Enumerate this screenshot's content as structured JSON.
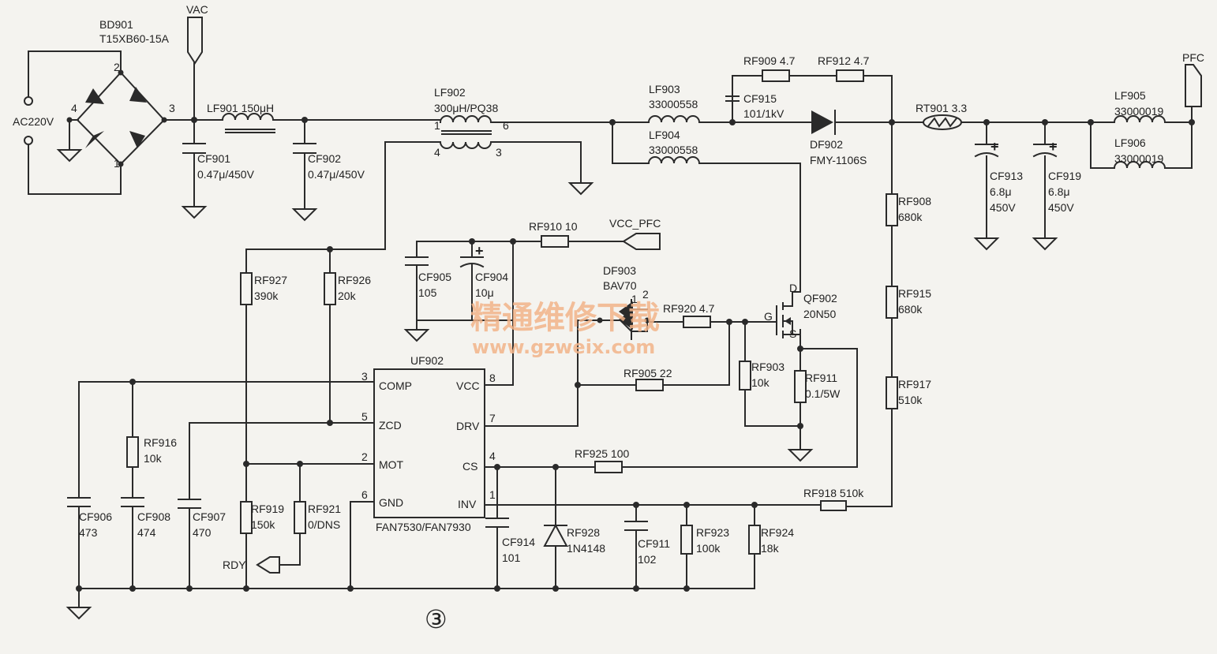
{
  "labels": {
    "bd901": "BD901",
    "bd901_part": "T15XB60-15A",
    "vac": "VAC",
    "ac220v": "AC220V",
    "p4": "4",
    "p2": "2",
    "p3": "3",
    "p1": "1",
    "lf901": "LF901 150μH",
    "cf901": "CF901",
    "cf901_val": "0.47μ/450V",
    "cf902": "CF902",
    "cf902_val": "0.47μ/450V",
    "lf902": "LF902",
    "lf902_val": "300μH/PQ38",
    "lf902_p1": "1",
    "lf902_p6": "6",
    "lf902_p4": "4",
    "lf902_p3": "3",
    "lf903": "LF903",
    "lf903_val": "33000558",
    "lf904": "LF904",
    "lf904_val": "33000558",
    "rf909": "RF909 4.7",
    "rf912": "RF912 4.7",
    "cf915": "CF915",
    "cf915_val": "101/1kV",
    "df902": "DF902",
    "df902_val": "FMY-1106S",
    "rt901": "RT901 3.3",
    "pfc": "PFC",
    "lf905": "LF905",
    "lf905_val": "33000019",
    "lf906": "LF906",
    "lf906_val": "33000019",
    "cf913": "CF913",
    "cf913_val": "6.8μ",
    "cf913_v": "450V",
    "cf919": "CF919",
    "cf919_val": "6.8μ",
    "cf919_v": "450V",
    "rf908": "RF908",
    "rf908_val": "680k",
    "rf915": "RF915",
    "rf915_val": "680k",
    "rf917": "RF917",
    "rf917_val": "510k",
    "rf918": "RF918 510k",
    "rf910": "RF910 10",
    "vcc_pfc": "VCC_PFC",
    "cf905": "CF905",
    "cf905_val": "105",
    "cf904": "CF904",
    "cf904_val": "10μ",
    "df903": "DF903",
    "df903_val": "BAV70",
    "df903_p1": "1",
    "df903_p2": "2",
    "rf920": "RF920 4.7",
    "qf902": "QF902",
    "qf902_val": "20N50",
    "q_d": "D",
    "q_g": "G",
    "q_s": "S",
    "rf903": "RF903",
    "rf903_val": "10k",
    "rf911": "RF911",
    "rf911_val": "0.1/5W",
    "rf905": "RF905 22",
    "rf927": "RF927",
    "rf927_val": "390k",
    "rf926": "RF926",
    "rf926_val": "20k",
    "uf902": "UF902",
    "uf902_part": "FAN7530/FAN7930",
    "pin3": "3",
    "pin5": "5",
    "pin2": "2",
    "pin6": "6",
    "pin8": "8",
    "pin7": "7",
    "pin4": "4",
    "pin1": "1",
    "comp": "COMP",
    "zcd": "ZCD",
    "mot": "MOT",
    "gnd": "GND",
    "vcc": "VCC",
    "drv": "DRV",
    "cs": "CS",
    "inv": "INV",
    "rf916": "RF916",
    "rf916_val": "10k",
    "rf925": "RF925 100",
    "cf906": "CF906",
    "cf906_val": "473",
    "cf908": "CF908",
    "cf908_val": "474",
    "cf907": "CF907",
    "cf907_val": "470",
    "rf919": "RF919",
    "rf919_val": "150k",
    "rf921": "RF921",
    "rf921_val": "0/DNS",
    "rdy": "RDY",
    "cf914": "CF914",
    "cf914_val": "101",
    "rf928": "RF928",
    "rf928_val": "1N4148",
    "cf911": "CF911",
    "cf911_val": "102",
    "rf923": "RF923",
    "rf923_val": "100k",
    "rf924": "RF924",
    "rf924_val": "18k",
    "circle3": "③",
    "wm_cn": "精通维修下载",
    "wm_url": "www.gzweix.com"
  }
}
